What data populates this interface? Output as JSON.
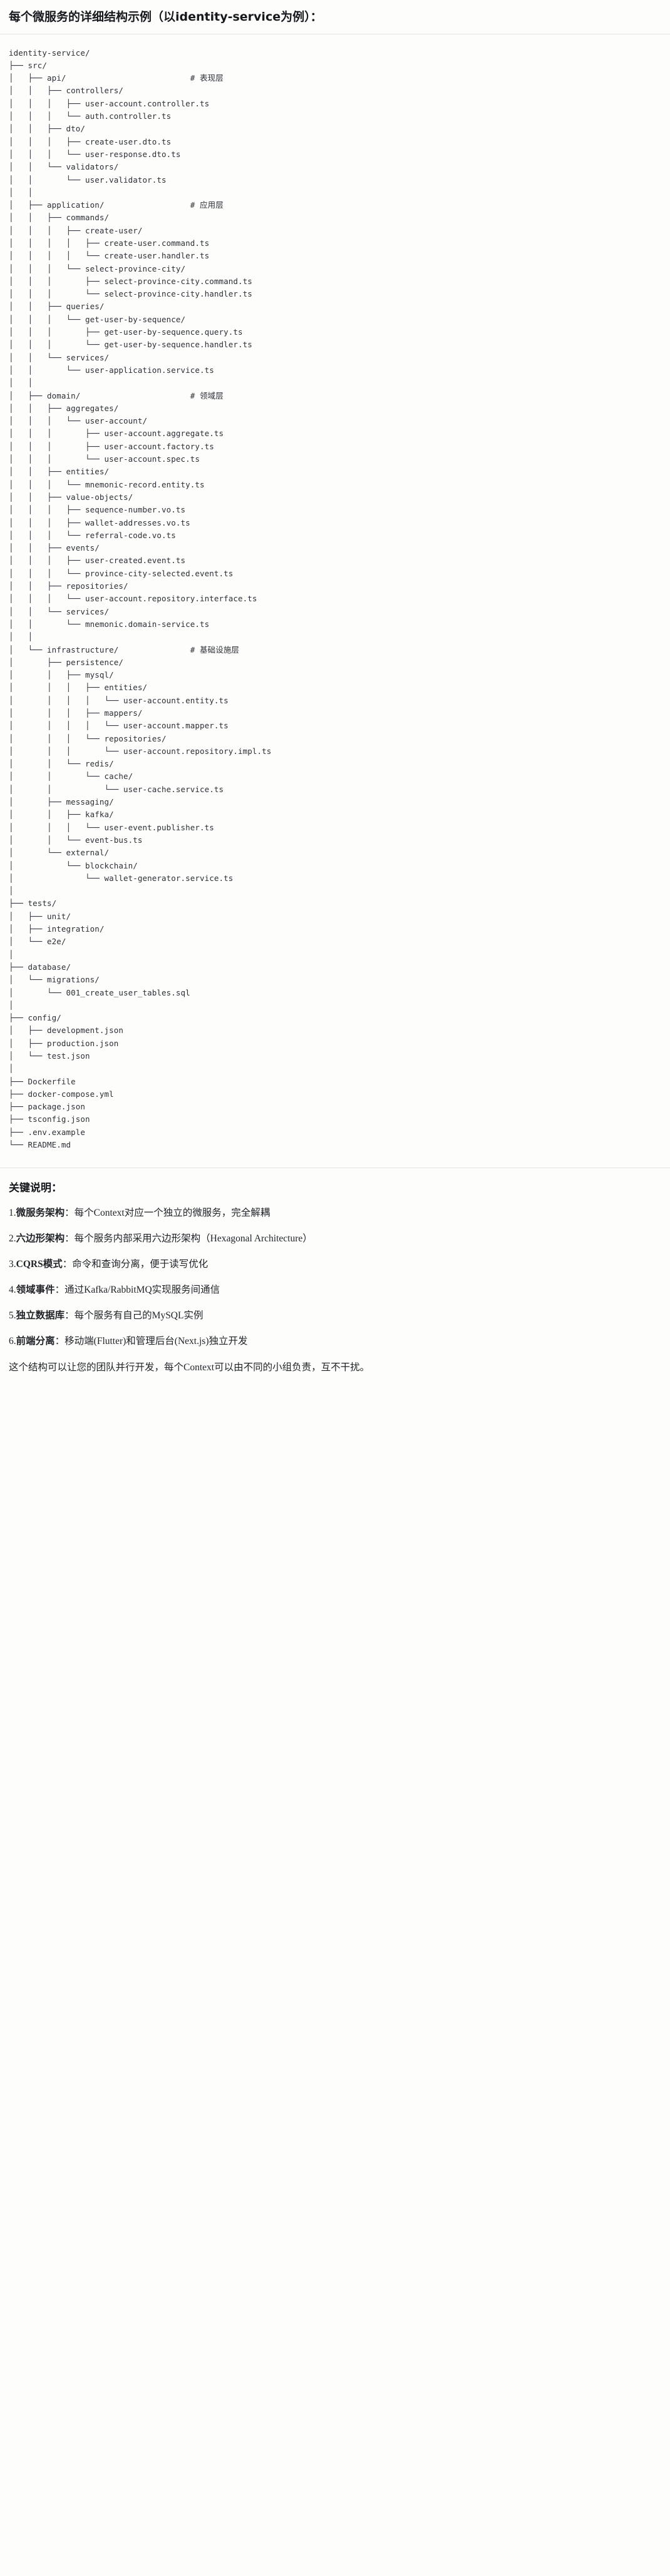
{
  "header": {
    "title": "每个微服务的详细结构示例（以identity-service为例）："
  },
  "tree": {
    "root": "identity-service/",
    "text": "identity-service/\n├── src/\n│   ├── api/                          # 表现层\n│   │   ├── controllers/\n│   │   │   ├── user-account.controller.ts\n│   │   │   └── auth.controller.ts\n│   │   ├── dto/\n│   │   │   ├── create-user.dto.ts\n│   │   │   └── user-response.dto.ts\n│   │   └── validators/\n│   │       └── user.validator.ts\n│   │\n│   ├── application/                  # 应用层\n│   │   ├── commands/\n│   │   │   ├── create-user/\n│   │   │   │   ├── create-user.command.ts\n│   │   │   │   └── create-user.handler.ts\n│   │   │   └── select-province-city/\n│   │   │       ├── select-province-city.command.ts\n│   │   │       └── select-province-city.handler.ts\n│   │   ├── queries/\n│   │   │   └── get-user-by-sequence/\n│   │   │       ├── get-user-by-sequence.query.ts\n│   │   │       └── get-user-by-sequence.handler.ts\n│   │   └── services/\n│   │       └── user-application.service.ts\n│   │\n│   ├── domain/                       # 领域层\n│   │   ├── aggregates/\n│   │   │   └── user-account/\n│   │   │       ├── user-account.aggregate.ts\n│   │   │       ├── user-account.factory.ts\n│   │   │       └── user-account.spec.ts\n│   │   ├── entities/\n│   │   │   └── mnemonic-record.entity.ts\n│   │   ├── value-objects/\n│   │   │   ├── sequence-number.vo.ts\n│   │   │   ├── wallet-addresses.vo.ts\n│   │   │   └── referral-code.vo.ts\n│   │   ├── events/\n│   │   │   ├── user-created.event.ts\n│   │   │   └── province-city-selected.event.ts\n│   │   ├── repositories/\n│   │   │   └── user-account.repository.interface.ts\n│   │   └── services/\n│   │       └── mnemonic.domain-service.ts\n│   │\n│   └── infrastructure/               # 基础设施层\n│       ├── persistence/\n│       │   ├── mysql/\n│       │   │   ├── entities/\n│       │   │   │   └── user-account.entity.ts\n│       │   │   ├── mappers/\n│       │   │   │   └── user-account.mapper.ts\n│       │   │   └── repositories/\n│       │   │       └── user-account.repository.impl.ts\n│       │   └── redis/\n│       │       └── cache/\n│       │           └── user-cache.service.ts\n│       ├── messaging/\n│       │   ├── kafka/\n│       │   │   └── user-event.publisher.ts\n│       │   └── event-bus.ts\n│       └── external/\n│           └── blockchain/\n│               └── wallet-generator.service.ts\n│\n├── tests/\n│   ├── unit/\n│   ├── integration/\n│   └── e2e/\n│\n├── database/\n│   └── migrations/\n│       └── 001_create_user_tables.sql\n│\n├── config/\n│   ├── development.json\n│   ├── production.json\n│   └── test.json\n│\n├── Dockerfile\n├── docker-compose.yml\n├── package.json\n├── tsconfig.json\n├── .env.example\n└── README.md",
    "layer_comments": [
      "# 表现层",
      "# 应用层",
      "# 领域层",
      "# 基础设施层"
    ]
  },
  "notes": {
    "heading": "关键说明：",
    "items": [
      {
        "num": "1.",
        "label": "微服务架构",
        "sep": "：",
        "desc": "每个Context对应一个独立的微服务，完全解耦"
      },
      {
        "num": "2.",
        "label": "六边形架构",
        "sep": "：",
        "desc": "每个服务内部采用六边形架构（Hexagonal Architecture）"
      },
      {
        "num": "3.",
        "label": "CQRS模式",
        "sep": "：",
        "desc": "命令和查询分离，便于读写优化"
      },
      {
        "num": "4.",
        "label": "领域事件",
        "sep": "：",
        "desc": "通过Kafka/RabbitMQ实现服务间通信"
      },
      {
        "num": "5.",
        "label": "独立数据库",
        "sep": "：",
        "desc": "每个服务有自己的MySQL实例"
      },
      {
        "num": "6.",
        "label": "前端分离",
        "sep": "：",
        "desc": "移动端(Flutter)和管理后台(Next.js)独立开发"
      }
    ],
    "closing": "这个结构可以让您的团队并行开发，每个Context可以由不同的小组负责，互不干扰。"
  },
  "colors": {
    "background": "#fdfdfb",
    "text": "#1f2328",
    "code_text": "#2b2f36",
    "divider": "#e6e5e0"
  }
}
